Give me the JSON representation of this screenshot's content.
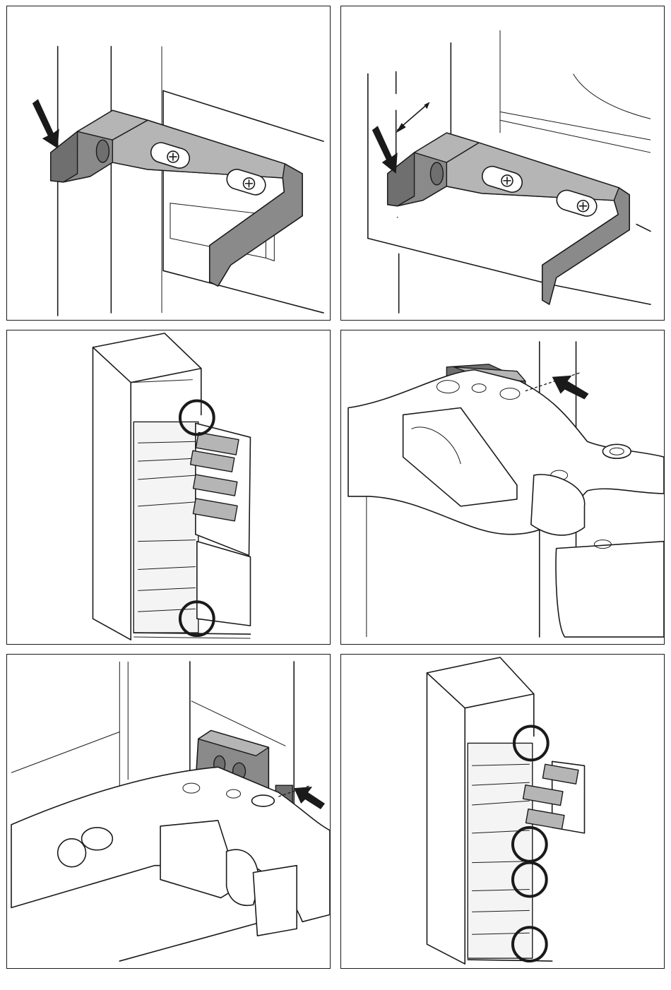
{
  "figures": [
    {
      "id": "step-1",
      "label": ""
    },
    {
      "id": "step-2",
      "label": ""
    },
    {
      "id": "step-3",
      "label": ""
    },
    {
      "id": "step-4",
      "label": ""
    },
    {
      "id": "step-5",
      "label": ""
    },
    {
      "id": "step-6",
      "label": ""
    }
  ],
  "colors": {
    "line": "#1a1a1a",
    "part": "#8a8a8a",
    "background": "#ffffff"
  },
  "icons": [
    "arrow-icon",
    "highlight-circle-icon",
    "screw-icon"
  ]
}
